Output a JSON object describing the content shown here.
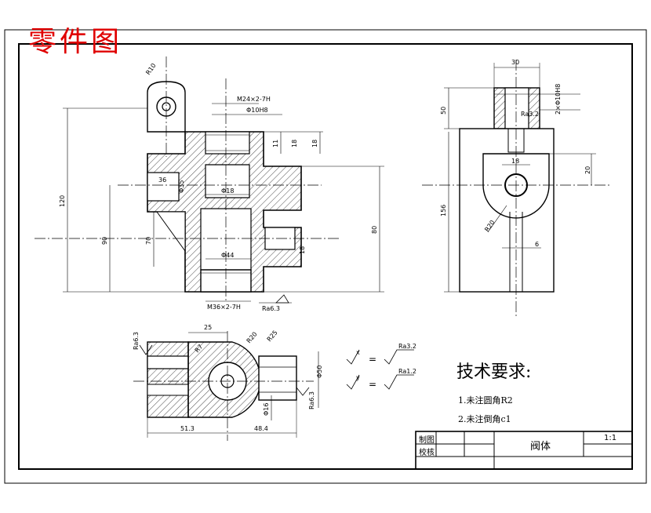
{
  "sheet": {
    "title_cn": "零件图"
  },
  "tech_requirements": {
    "heading": "技术要求:",
    "items": [
      "1.未注圆角R2",
      "2.未注倒角c1"
    ]
  },
  "title_block": {
    "drawn_label": "制图",
    "checked_label": "校核",
    "part_name": "阀体",
    "scale": "1:1"
  },
  "roughness_legend": {
    "eq": "=",
    "sym1": "x",
    "sym2": "y",
    "val1": "Ra3.2",
    "val2": "Ra1.2"
  },
  "dimensions": {
    "front": [
      "R10",
      "M24×2-7H",
      "Φ10H8",
      "11",
      "18",
      "18",
      "120",
      "36",
      "Φ35",
      "90",
      "70",
      "80",
      "Φ44",
      "M36×2-7H",
      "18",
      "Ra6.3",
      "Φ18"
    ],
    "side": [
      "30",
      "50",
      "2×Φ10H8",
      "Ra3.2",
      "20",
      "156",
      "R20",
      "18",
      "6"
    ],
    "top": [
      "25",
      "R7",
      "R20",
      "R25",
      "Ra6.3",
      "Φ50",
      "Ra6.3",
      "Φ16",
      "51.3",
      "48.4"
    ]
  }
}
